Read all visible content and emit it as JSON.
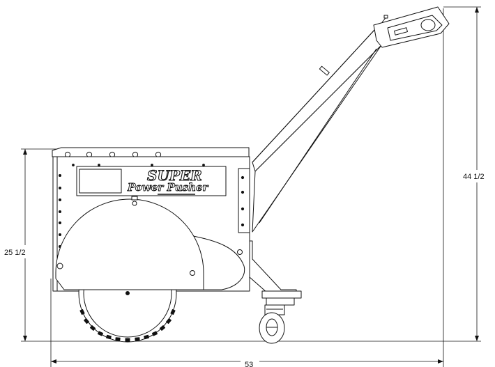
{
  "dimensions": {
    "height_overall": "44 1/2",
    "height_body": "25 1/2",
    "length_overall": "53"
  },
  "logo": {
    "line1": "SUPER",
    "line2": "Power Pusher"
  },
  "colors": {
    "line": "#111111",
    "background": "#ffffff"
  }
}
